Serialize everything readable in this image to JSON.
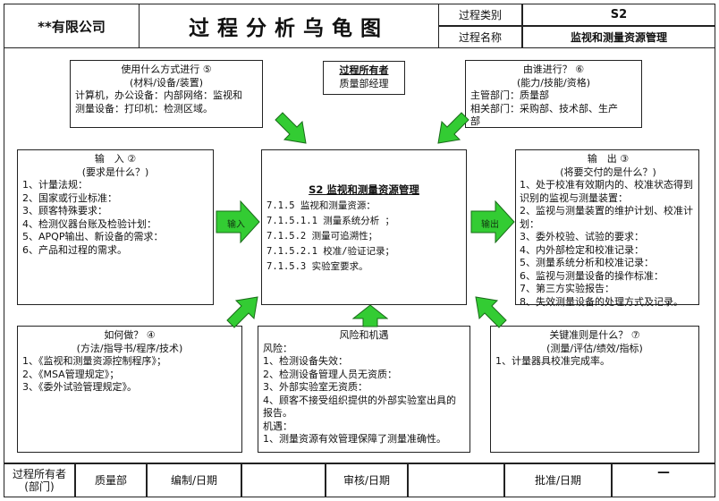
{
  "header": {
    "company": "**有限公司",
    "title": "过程分析乌龟图",
    "process_type_label": "过程类别",
    "process_type_value": "S2",
    "process_name_label": "过程名称",
    "process_name_value": "监视和测量资源管理"
  },
  "owner_box": {
    "title": "过程所有者",
    "value": "质量部经理"
  },
  "materials": {
    "title": "使用什么方式进行 ⑤",
    "subtitle": "(材料/设备/装置)",
    "lines": [
      "计算机，办公设备：内部网络：监视和",
      "测量设备：打印机：检测区域。"
    ]
  },
  "who": {
    "title": "由谁进行？ ⑥",
    "subtitle": "(能力/技能/资格)",
    "lines": [
      "主管部门：质量部",
      "相关部门：采购部、技术部、生产",
      "部"
    ]
  },
  "input": {
    "title": "输　入 ②",
    "subtitle": "(要求是什么？)",
    "lines": [
      "1、计量法规：",
      "2、国家或行业标准：",
      "3、顾客特殊要求：",
      "4、检测仪器台账及检验计划：",
      "5、APQP输出、新设备的需求：",
      "6、产品和过程的需求。"
    ]
  },
  "process": {
    "title": "S2 监视和测量资源管理",
    "lines": [
      "7.1.5 监视和测量资源：",
      "7.1.5.1.1 测量系统分析 ；",
      "7.1.5.2 测量可追溯性；",
      "7.1.5.2.1 校准/验证记录；",
      "7.1.5.3 实验室要求。"
    ]
  },
  "output": {
    "title": "输　出 ③",
    "subtitle": "(将要交付的是什么？)",
    "lines": [
      "1、处于校准有效期内的、校准状态得到",
      "识别的监视与测量装置：",
      "2、监视与测量装置的维护计划、校准计",
      "划：",
      "3、委外校验、试验的要求：",
      "4、内外部检定和校准记录：",
      "5、测量系统分析和校准记录：",
      "6、监视与测量设备的操作标准：",
      "7、第三方实验报告：",
      "8、失效测量设备的处理方式及记录。"
    ]
  },
  "how": {
    "title": "如何做？ ④",
    "subtitle": "(方法/指导书/程序/技术)",
    "lines": [
      "1、《监视和测量资源控制程序》；",
      "2、《MSA管理规定》；",
      "3、《委外试验管理规定》。"
    ]
  },
  "risk": {
    "title": "风险和机遇",
    "lines": [
      "风险：",
      "1、检测设备失效：",
      "2、检测设备管理人员无资质：",
      "3、外部实验室无资质：",
      "4、顾客不接受组织提供的外部实验室出具的",
      "报告。",
      "机遇：",
      "1、测量资源有效管理保障了测量准确性。"
    ]
  },
  "criteria": {
    "title": "关键准则是什么？ ⑦",
    "subtitle": "(测量/评估/绩效/指标)",
    "lines": [
      "1、计量器具校准完成率。"
    ]
  },
  "arrows": {
    "input_label": "输入",
    "output_label": "输出",
    "color": "#33cc33"
  },
  "footer": {
    "owner_label": "过程所有者\n(部门)",
    "owner_value": "质量部",
    "prepare_label": "编制/日期",
    "prepare_value": "",
    "review_label": "审核/日期",
    "review_value": "",
    "approve_label": "批准/日期",
    "approve_value": "—"
  }
}
